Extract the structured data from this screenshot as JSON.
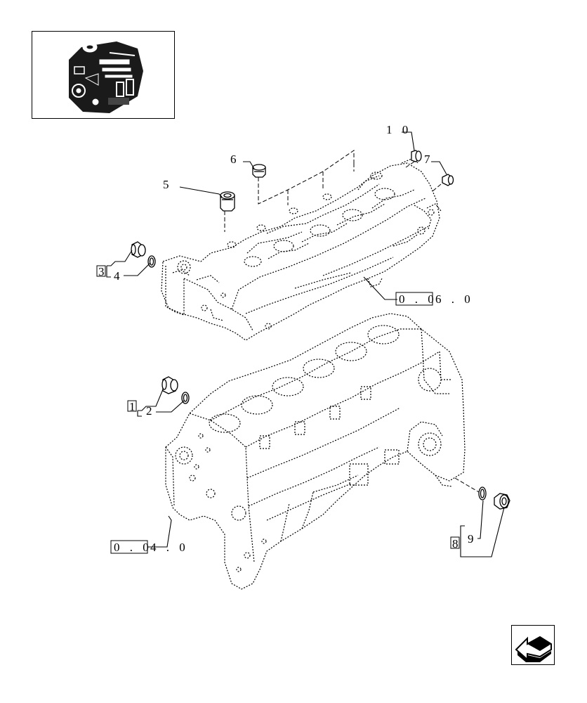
{
  "thumbnail": {
    "icon": "engine-thumbnail-icon"
  },
  "callouts": {
    "c1": "1",
    "c2": "2",
    "c3": "3",
    "c4": "4",
    "c5": "5",
    "c6": "6",
    "c7": "7",
    "c8": "8",
    "c9": "9",
    "c10": "1 0"
  },
  "references": {
    "head_prefix": "0 . 0",
    "head_suffix": "6 . 0",
    "block_prefix": "0 . 0",
    "block_suffix": "4 . 0"
  },
  "nav": {
    "icon": "previous-page-arrow-icon"
  }
}
